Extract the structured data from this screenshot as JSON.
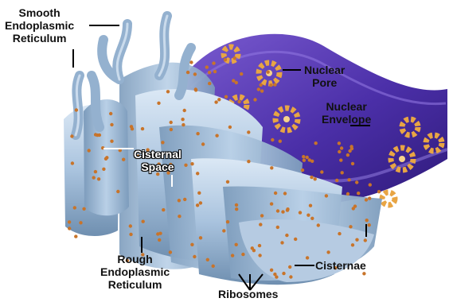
{
  "labels": {
    "smooth_er": [
      "Smooth",
      "Endoplasmic",
      "Reticulum"
    ],
    "nuclear_pore": [
      "Nuclear",
      "Pore"
    ],
    "nuclear_envelope": [
      "Nuclear",
      "Envelope"
    ],
    "cisternal_space": [
      "Cisternal",
      "Space"
    ],
    "rough_er": [
      "Rough",
      "Endoplasmic",
      "Reticulum"
    ],
    "cisternae": "Cisternae",
    "ribosomes": "Ribosomes"
  },
  "colors": {
    "er_membrane": "#a9c3de",
    "er_shadow": "#6f8fb0",
    "er_highlight": "#dbe8f5",
    "nucleus": "#4b2fa8",
    "nucleus_light": "#7a5bd0",
    "pore": "#e8a544",
    "ribosome": "#c8742a"
  }
}
